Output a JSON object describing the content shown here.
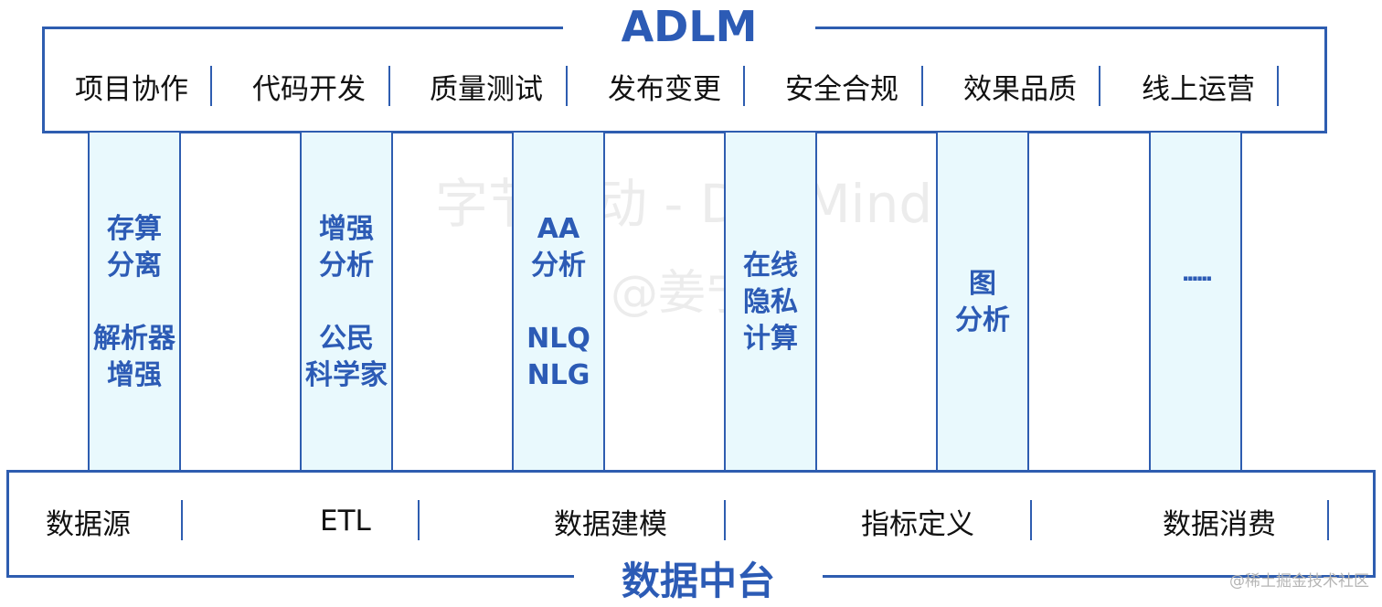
{
  "top": {
    "title": "ADLM",
    "items": [
      "项目协作",
      "代码开发",
      "质量测试",
      "发布变更",
      "安全合规",
      "效果品质",
      "线上运营"
    ]
  },
  "columns": [
    "存算\n分离\n\n解析器\n增强",
    "增强\n分析\n\n公民\n科学家",
    "AA\n分析\n\nNLQ\nNLG",
    "在线\n隐私\n计算",
    "图\n分析",
    "......"
  ],
  "bottom": {
    "title": "数据中台",
    "items": [
      "数据源",
      "ETL",
      "数据建模",
      "指标定义",
      "数据消费"
    ]
  },
  "watermark": {
    "line1": "字节跳动 - DevMind",
    "line2": "@姜宁"
  },
  "credit": "@稀土掘金技术社区"
}
